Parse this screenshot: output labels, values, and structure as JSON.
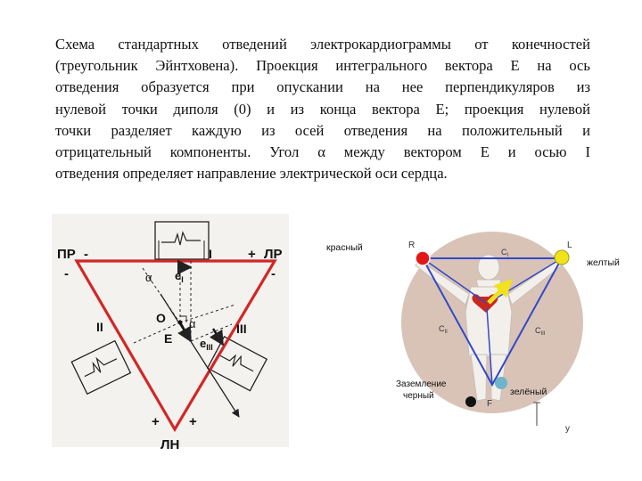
{
  "caption": {
    "lines": [
      "Схема стандартных отведений электрокардиограммы от конечностей",
      "(треугольник Эйнтховена). Проекция интегрального вектора Е на ось",
      "отведения образуется при опускании на нее перпендикуляров из",
      "нулевой точки диполя (0) и из конца вектора Е; проекция нулевой",
      "точки разделяет каждую из осей отведения на положительный и",
      "отрицательный компоненты. Угол α между вектором Е и осью I",
      "отведения определяет направление электрической оси сердца."
    ]
  },
  "left_diagram": {
    "vertex_right_arm": "ПР",
    "vertex_left_arm": "ЛР",
    "vertex_left_leg": "ЛН",
    "sign_minus": "-",
    "sign_plus": "+",
    "lead_1": "I",
    "lead_2": "II",
    "lead_3": "III",
    "zero_point": "O",
    "vector": "E",
    "alpha": "α",
    "proj_1": "e",
    "proj_1_sub": "I",
    "proj_3": "e",
    "proj_3_sub": "III",
    "colors": {
      "triangle": "#d32626",
      "lines": "#222222",
      "background": "#f3f2ef"
    }
  },
  "right_diagram": {
    "label_red": "красный",
    "label_yellow": "желтый",
    "label_ground": "Заземление",
    "label_black": "черный",
    "label_green": "зелёный",
    "electrode_r": "R",
    "electrode_l": "L",
    "electrode_f": "F",
    "lead_label_1": "C",
    "lead_label_1_sub": "I",
    "lead_label_2": "C",
    "lead_label_2_sub": "II",
    "lead_label_3": "C",
    "lead_label_3_sub": "III",
    "axis_y": "y",
    "colors": {
      "circle": "#d9c3b7",
      "triangle": "#3348c8",
      "red": "#e21818",
      "yellow": "#f2e21c",
      "black": "#111111",
      "green": "#6fb4c9",
      "body": "#f3f0ec"
    }
  }
}
